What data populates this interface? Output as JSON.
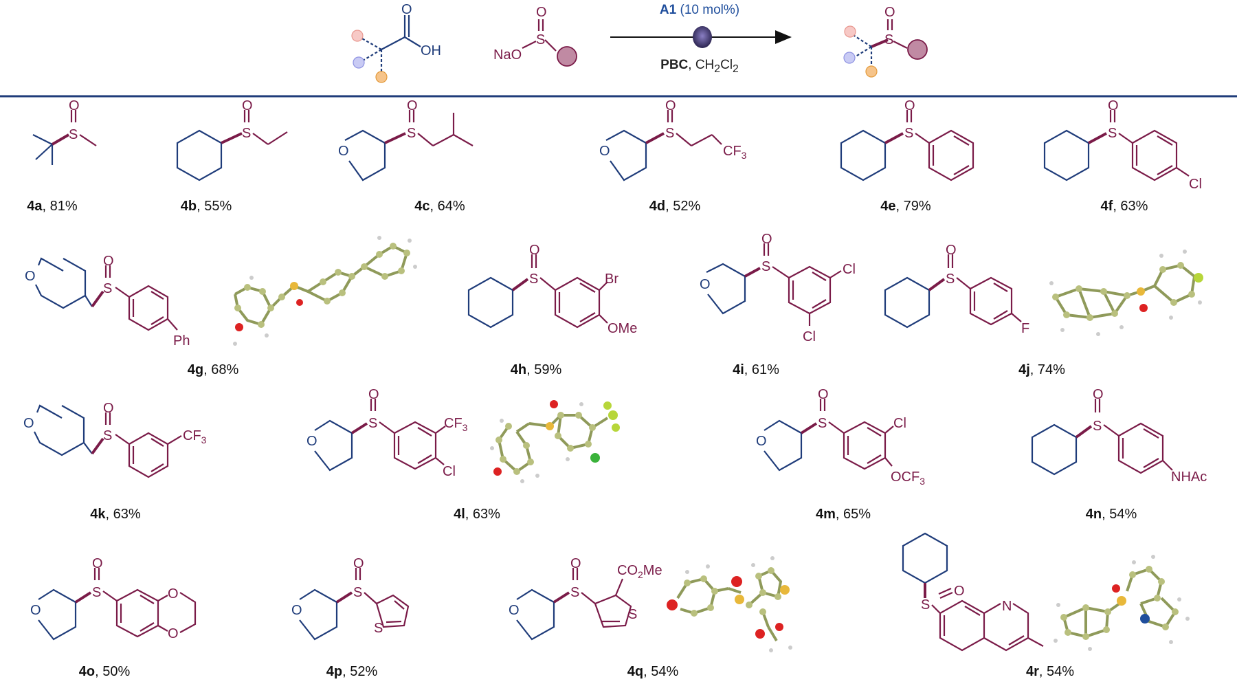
{
  "reaction": {
    "catalyst_id": "A1",
    "catalyst_loading": "(10 mol%)",
    "additive": "PBC",
    "solvent_base": "CH",
    "solvent_sub1": "2",
    "solvent_mid": "Cl",
    "solvent_sub2": "2",
    "sep": ", ",
    "reactant1_oh": "OH",
    "reactant1_o": "O",
    "reactant2_na": "NaO",
    "reactant2_s": "S",
    "reactant2_o": "O",
    "product_s": "S",
    "product_o": "O"
  },
  "colors": {
    "blue": "#1f3c7a",
    "maroon": "#7a1b48",
    "rule": "#1f3c7a",
    "blue_title": "#1f4e9c"
  },
  "compounds": [
    {
      "id": "4a",
      "yield": ", 81%"
    },
    {
      "id": "4b",
      "yield": ", 55%"
    },
    {
      "id": "4c",
      "yield": ", 64%"
    },
    {
      "id": "4d",
      "yield": ", 52%"
    },
    {
      "id": "4e",
      "yield": ", 79%"
    },
    {
      "id": "4f",
      "yield": ", 63%"
    },
    {
      "id": "4g",
      "yield": ", 68%"
    },
    {
      "id": "4h",
      "yield": ", 59%"
    },
    {
      "id": "4i",
      "yield": ", 61%"
    },
    {
      "id": "4j",
      "yield": ", 74%"
    },
    {
      "id": "4k",
      "yield": ", 63%"
    },
    {
      "id": "4l",
      "yield": ", 63%"
    },
    {
      "id": "4m",
      "yield": ", 65%"
    },
    {
      "id": "4n",
      "yield": ", 54%"
    },
    {
      "id": "4o",
      "yield": ", 50%"
    },
    {
      "id": "4p",
      "yield": ", 52%"
    },
    {
      "id": "4q",
      "yield": ", 54%"
    },
    {
      "id": "4r",
      "yield": ", 54%"
    }
  ],
  "atoms": {
    "S": "S",
    "O": "O",
    "Cl": "Cl",
    "Br": "Br",
    "F": "F",
    "N": "N",
    "Ph": "Ph",
    "OMe": "OMe",
    "NHAc": "NHAc",
    "CF": "CF",
    "sub3": "3",
    "OCF": "OCF",
    "CO": "CO",
    "sub2": "2",
    "Me": "Me"
  }
}
